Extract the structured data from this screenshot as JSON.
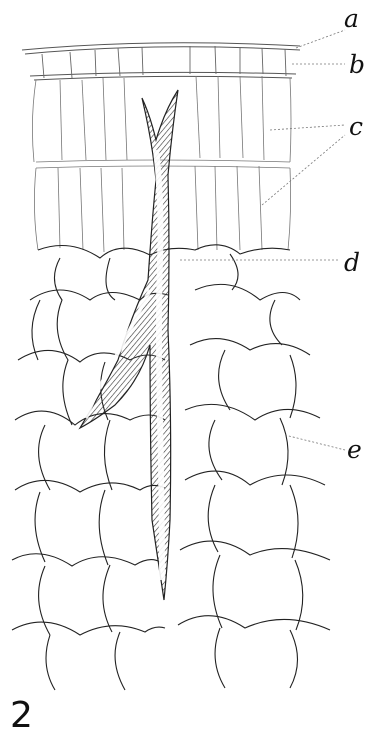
{
  "labels": {
    "a": "a",
    "b": "b",
    "c": "c",
    "d": "d",
    "e": "e"
  },
  "figure_number": "2"
}
